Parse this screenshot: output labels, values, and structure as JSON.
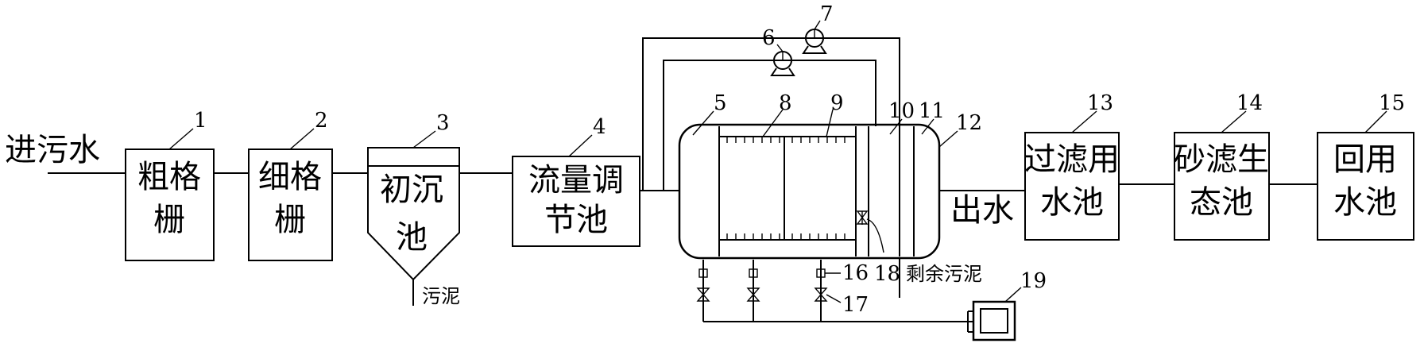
{
  "inlet_label": "进污水",
  "outlet_label": "出水",
  "sludge_label": "污泥",
  "excess_sludge_label": "剩余污泥",
  "units": [
    {
      "id": "1",
      "line1": "粗格",
      "line2": "栅"
    },
    {
      "id": "2",
      "line1": "细格",
      "line2": "栅"
    },
    {
      "id": "3",
      "line1": "初沉",
      "line2": "池"
    },
    {
      "id": "4",
      "line1": "流量调",
      "line2": "节池"
    },
    {
      "id": "13",
      "line1": "过滤用",
      "line2": "水池"
    },
    {
      "id": "14",
      "line1": "砂滤生",
      "line2": "态池"
    },
    {
      "id": "15",
      "line1": "回用",
      "line2": "水池"
    }
  ],
  "labels": [
    "1",
    "2",
    "3",
    "4",
    "5",
    "6",
    "7",
    "8",
    "9",
    "10",
    "11",
    "12",
    "13",
    "14",
    "15",
    "16",
    "17",
    "18",
    "19"
  ]
}
